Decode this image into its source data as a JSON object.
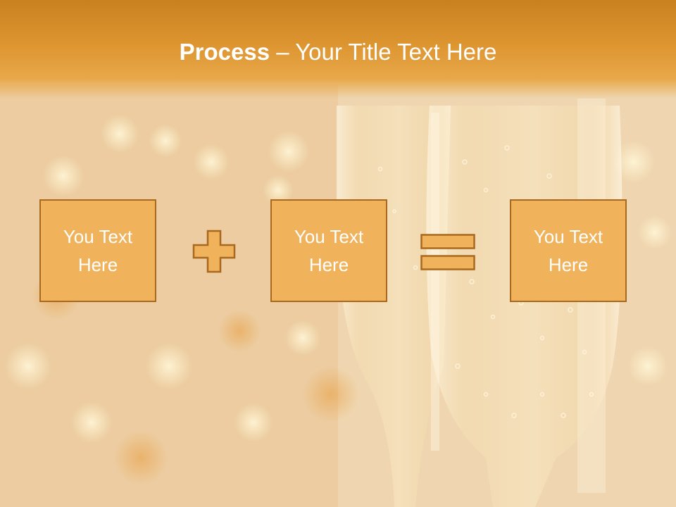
{
  "title": {
    "bold": "Process",
    "rest": " – Your Title Text Here"
  },
  "boxes": [
    {
      "line1": "You Text",
      "line2": "Here"
    },
    {
      "line1": "You Text",
      "line2": "Here"
    },
    {
      "line1": "You Text",
      "line2": "Here"
    }
  ],
  "icons": [
    "plus-icon",
    "equals-icon"
  ],
  "colors": {
    "title_bar": "#dd9530",
    "box_fill": "#f0b35c",
    "box_border": "#a8691e",
    "text": "#ffffff"
  }
}
